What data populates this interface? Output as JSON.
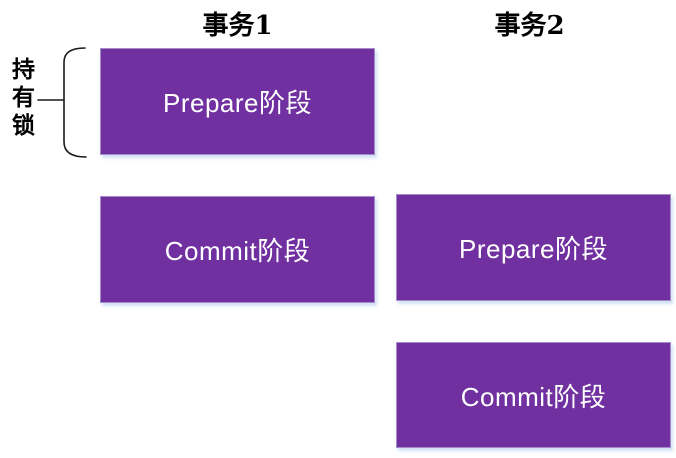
{
  "diagram": {
    "title_context": "two-phase commit transactions",
    "columns": [
      {
        "header": "事务1"
      },
      {
        "header": "事务2"
      }
    ],
    "lock": {
      "label": "持有锁"
    },
    "boxes": [
      {
        "id": "txn1-prepare",
        "column": "事务1",
        "row": 1,
        "label": "Prepare阶段"
      },
      {
        "id": "txn1-commit",
        "column": "事务1",
        "row": 2,
        "label": "Commit阶段"
      },
      {
        "id": "txn2-prepare",
        "column": "事务2",
        "row": 2,
        "label": "Prepare阶段"
      },
      {
        "id": "txn2-commit",
        "column": "事务2",
        "row": 3,
        "label": "Commit阶段"
      }
    ],
    "colors": {
      "box_fill": "#7030A0",
      "box_border": "#A58BC9",
      "box_text": "#FFFFFF",
      "label_text": "#000000",
      "background": "#FFFFFF"
    }
  }
}
